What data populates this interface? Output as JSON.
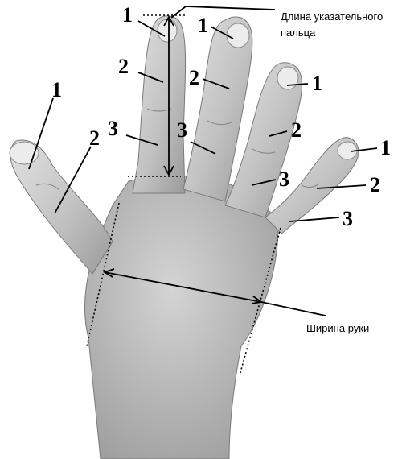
{
  "labels": {
    "segment_1": "1",
    "segment_2": "2",
    "segment_3": "3",
    "index_finger_length": "Длина указательного",
    "index_finger_length_2": "пальца",
    "hand_width": "Ширина руки"
  },
  "colors": {
    "skin_light": "#d8d8d8",
    "skin_mid": "#b8b8b8",
    "skin_dark": "#8f8f8f",
    "ink": "#000000"
  }
}
